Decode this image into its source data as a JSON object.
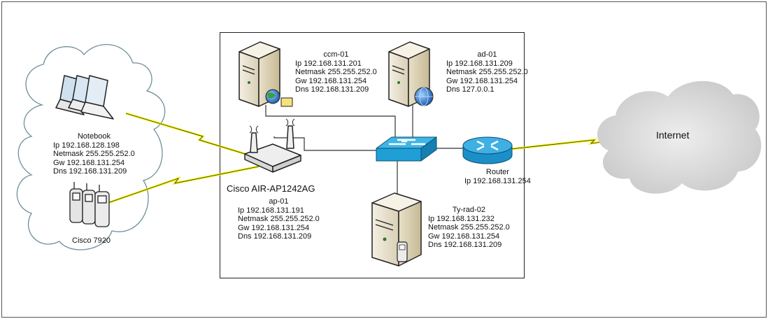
{
  "diagram": {
    "internet_label": "Internet",
    "devices": {
      "ccm": {
        "name": "ccm-01",
        "ip": "Ip 192.168.131.201",
        "netmask": "Netmask 255.255.252.0",
        "gw": "Gw 192.168.131.254",
        "dns": "Dns 192.168.131.209"
      },
      "ad": {
        "name": "ad-01",
        "ip": "Ip 192.168.131.209",
        "netmask": "Netmask 255.255.252.0",
        "gw": "Gw 192.168.131.254",
        "dns": "Dns 127.0.0.1"
      },
      "notebook": {
        "name": "Notebook",
        "ip": "Ip 192.168.128.198",
        "netmask": "Netmask 255.255.252.0",
        "gw": "Gw 192.168.131.254",
        "dns": "Dns 192.168.131.209"
      },
      "phones": {
        "name": "Cisco 7920"
      },
      "ap": {
        "model": "Cisco AIR-AP1242AG",
        "name": "ap-01",
        "ip": "Ip 192.168.131.191",
        "netmask": "Netmask 255.255.252.0",
        "gw": "Gw 192.168.131.254",
        "dns": "Dns 192.168.131.209"
      },
      "router": {
        "name": "Router",
        "ip": "Ip 192.168.131.254"
      },
      "radius": {
        "name": "Ty-rad-02",
        "ip": "Ip 192.168.131.232",
        "netmask": "Netmask 255.255.252.0",
        "gw": "Gw 192.168.131.254",
        "dns": "Dns 192.168.131.209"
      }
    },
    "colors": {
      "switch_blue": "#1f9fd6",
      "router_blue": "#1d8fc8",
      "wireless_link": "#f2f200",
      "cloud_gray": "#d9d9d9",
      "client_cloud_stroke": "#6f8f99"
    }
  }
}
